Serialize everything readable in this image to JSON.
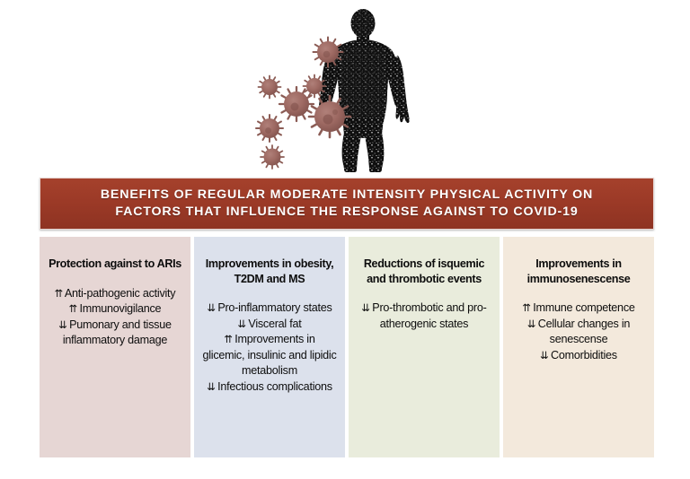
{
  "illustration": {
    "figure": {
      "name": "human-body-silhouette",
      "description": "Textured black male human body silhouette standing facing forward",
      "color": "#121212"
    },
    "virus_particles": {
      "name": "coronavirus-particles",
      "count": 7,
      "color": "#9e6a63",
      "description": "Spiky coronavirus particles floating to the left of the human figure"
    }
  },
  "banner": {
    "line1": "Benefits of regular moderate intensity physical activity on",
    "line2": "factors that influence  the response against to COVID-19",
    "background_color": "#9c3a27",
    "text_color": "#ffffff"
  },
  "columns": [
    {
      "id": "protection-against-aris",
      "background_color": "#e6d6d4",
      "title": "Protection against to ARIs",
      "entries": [
        {
          "arrow": "⇈",
          "text": " Anti-pathogenic activity"
        },
        {
          "arrow": "⇈",
          "text": " Immunovigilance"
        },
        {
          "arrow": "⇊",
          "text": " Pumonary and tissue inflammatory damage"
        }
      ]
    },
    {
      "id": "improvements-obesity-t2dm-ms",
      "background_color": "#dce1ec",
      "title": "Improvements in obesity, T2DM and MS",
      "entries": [
        {
          "arrow": "⇊",
          "text": " Pro-inflammatory states"
        },
        {
          "arrow": "⇊",
          "text": " Visceral fat"
        },
        {
          "arrow": "⇈",
          "text": "  Improvements in glicemic, insulinic and lipidic metabolism"
        },
        {
          "arrow": "⇊",
          "text": " Infectious complications"
        }
      ]
    },
    {
      "id": "reductions-isquemic-thrombotic",
      "background_color": "#e9ecdc",
      "title": "Reductions of isquemic and thrombotic events",
      "entries": [
        {
          "arrow": "⇊",
          "text": " Pro-thrombotic and pro-atherogenic states"
        }
      ]
    },
    {
      "id": "improvements-immunosenescense",
      "background_color": "#f3e9dc",
      "title": "Improvements in immunosenescense",
      "entries": [
        {
          "arrow": "⇈",
          "text": " Immune competence"
        },
        {
          "arrow": "⇊",
          "text": " Cellular changes in senescense"
        },
        {
          "arrow": "⇊",
          "text": " Comorbidities"
        }
      ]
    }
  ]
}
